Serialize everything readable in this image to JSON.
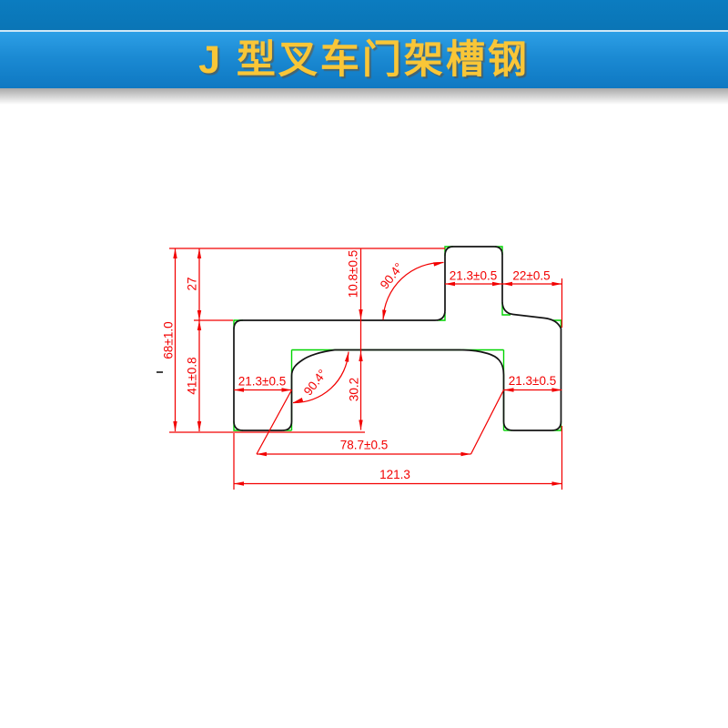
{
  "header": {
    "title": "J 型叉车门架槽钢"
  },
  "drawing": {
    "dimensions": {
      "overall_height": "68±1.0",
      "upper_height": "27",
      "lower_height": "41±0.8",
      "flange_thickness": "10.8±0.5",
      "inner_depth": "30.2",
      "bend_angle_upper": "90.4°",
      "bend_angle_lower": "90.4°",
      "tab_width": "21.3±0.5",
      "step_width": "22±0.5",
      "left_flange_width": "21.3±0.5",
      "right_flange_width": "21.3±0.5",
      "inner_width": "78.7±0.5",
      "overall_width": "121.3"
    },
    "colors": {
      "dimension_red": "#f20000",
      "construction_green": "#00d400",
      "profile_black": "#141414",
      "banner_blue_top": "#0b7cc0",
      "banner_blue_main": "#1b8ad3",
      "title_yellow": "#f9c637"
    }
  }
}
